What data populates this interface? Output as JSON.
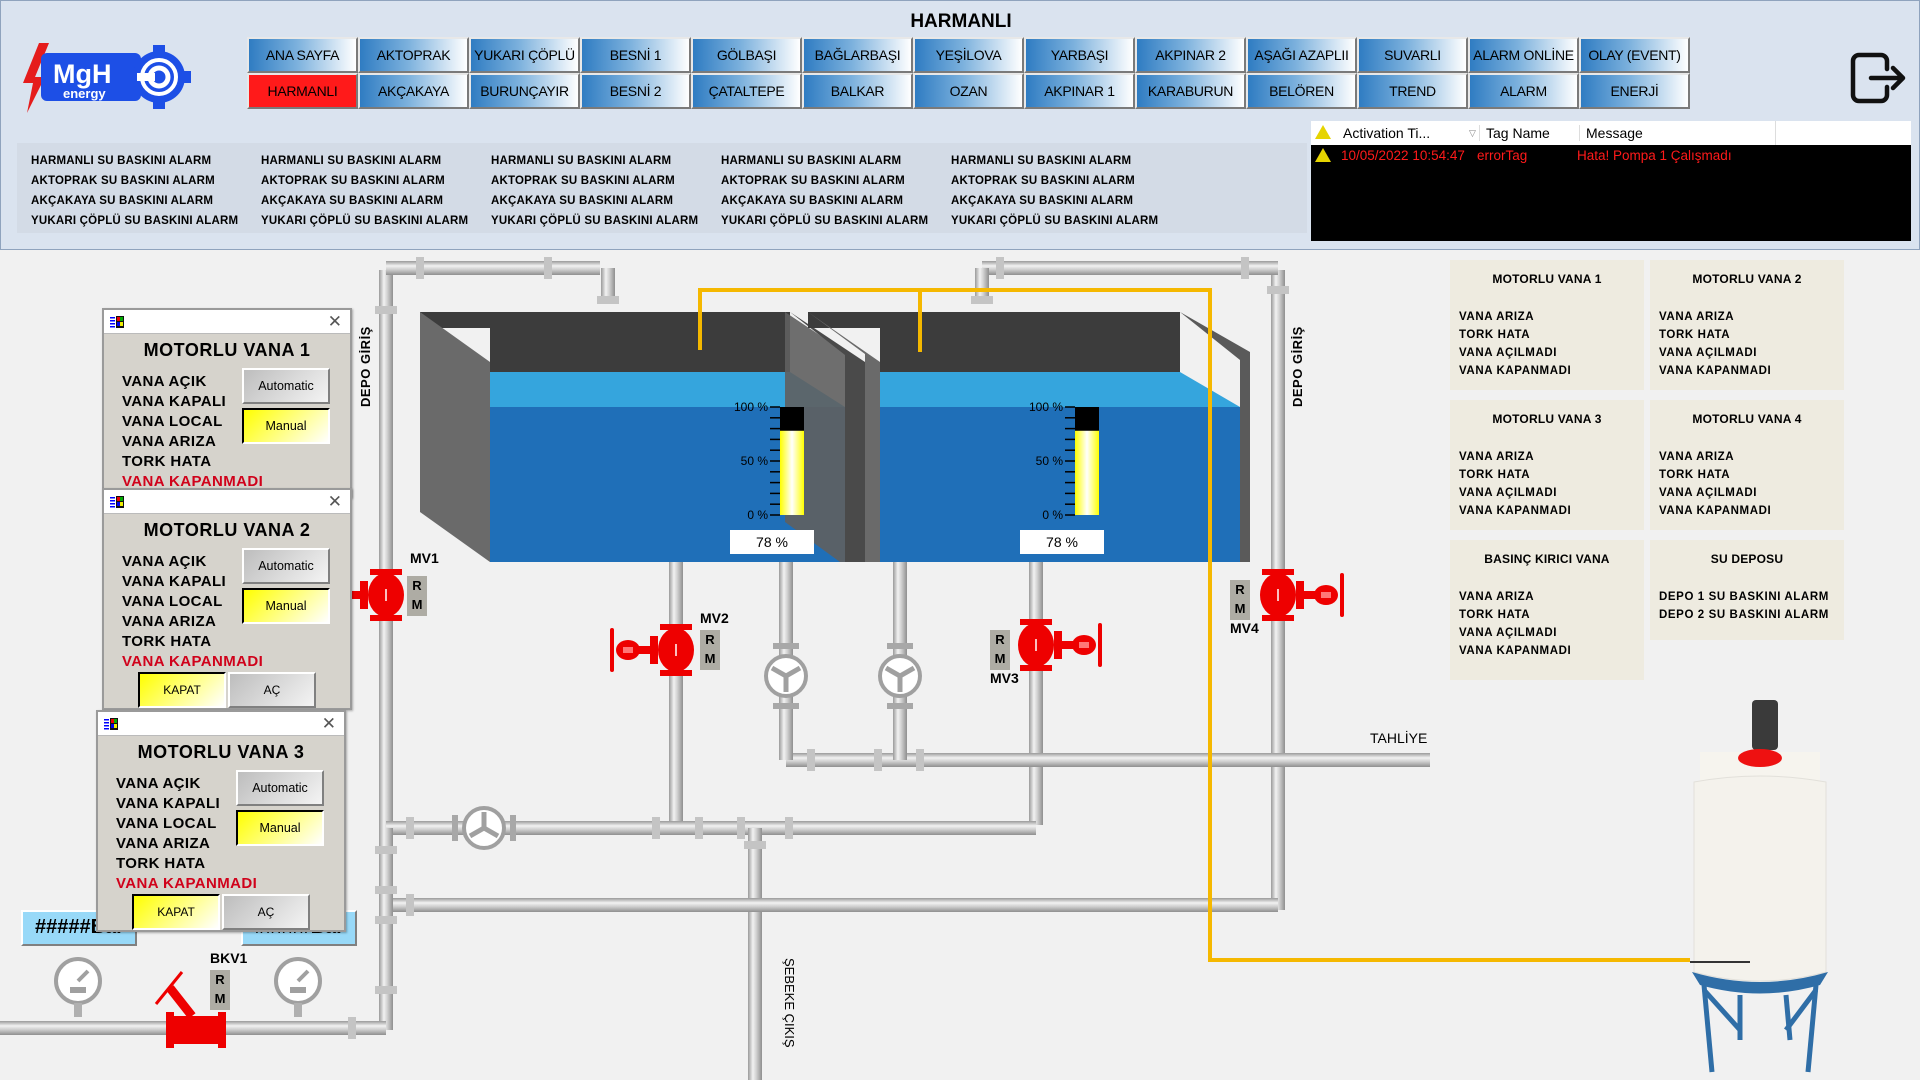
{
  "header": {
    "title": "HARMANLI",
    "logo": {
      "brand": "MgH",
      "sub": "energy"
    },
    "nav_row1": [
      "ANA SAYFA",
      "AKTOPRAK",
      "YUKARI ÇÖPLÜ",
      "BESNİ 1",
      "GÖLBAŞI",
      "BAĞLARBAŞI",
      "YEŞİLOVA",
      "YARBAŞI",
      "AKPINAR 2",
      "AŞAĞI AZAPLII",
      "SUVARLI",
      "ALARM ONLİNE",
      "OLAY (EVENT)"
    ],
    "nav_row2": [
      "HARMANLI",
      "AKÇAKAYA",
      "BURUNÇAYIR",
      "BESNİ 2",
      "ÇATALTEPE",
      "BALKAR",
      "OZAN",
      "AKPINAR 1",
      "KARABURUN",
      "BELÖREN",
      "TREND",
      "ALARM",
      "ENERJİ"
    ],
    "active_nav": "HARMANLI",
    "logout_icon": "logout-icon"
  },
  "ticker": {
    "columns": [
      [
        "HARMANLI SU BASKINI ALARM",
        "AKTOPRAK SU BASKINI ALARM",
        "AKÇAKAYA SU BASKINI ALARM",
        "YUKARI ÇÖPLÜ SU BASKINI ALARM"
      ],
      [
        "HARMANLI SU BASKINI ALARM",
        "AKTOPRAK SU BASKINI ALARM",
        "AKÇAKAYA SU BASKINI ALARM",
        "YUKARI ÇÖPLÜ SU BASKINI ALARM"
      ],
      [
        "HARMANLI SU BASKINI ALARM",
        "AKTOPRAK SU BASKINI ALARM",
        "AKÇAKAYA SU BASKINI ALARM",
        "YUKARI ÇÖPLÜ SU BASKINI ALARM"
      ],
      [
        "HARMANLI SU BASKINI ALARM",
        "AKTOPRAK SU BASKINI ALARM",
        "AKÇAKAYA SU BASKINI ALARM",
        "YUKARI ÇÖPLÜ SU BASKINI ALARM"
      ],
      [
        "HARMANLI SU BASKINI ALARM",
        "AKTOPRAK SU BASKINI ALARM",
        "AKÇAKAYA SU BASKINI ALARM",
        "YUKARI ÇÖPLÜ SU BASKINI ALARM"
      ]
    ]
  },
  "alarm_table": {
    "columns": [
      "Activation Ti...",
      "Tag Name",
      "Message"
    ],
    "rows": [
      {
        "time": "10/05/2022 10:54:47",
        "tag": "errorTag",
        "message": "Hata! Pompa 1 Çalışmadı"
      }
    ],
    "text_color": "#ff1a1a"
  },
  "tanks": [
    {
      "name": "depo-1",
      "level_percent": 78,
      "label": "78 %",
      "scale": [
        "100 %",
        "50 %",
        "0 %"
      ]
    },
    {
      "name": "depo-2",
      "level_percent": 78,
      "label": "78 %",
      "scale": [
        "100 %",
        "50 %",
        "0 %"
      ]
    }
  ],
  "labels": {
    "depo_giris_left": "DEPO GİRİŞ",
    "depo_giris_right": "DEPO GİRİŞ",
    "sebeke_cikis": "ŞEBEKE ÇIKIŞ",
    "tahliye": "TAHLİYE",
    "rm_r": "R",
    "rm_m": "M"
  },
  "valves": {
    "mv1": "MV1",
    "mv2": "MV2",
    "mv3": "MV3",
    "mv4": "MV4",
    "bkv1": "BKV1"
  },
  "pressure": {
    "left": "#####Bar",
    "right": "#####Bar"
  },
  "popups": [
    {
      "title": "MOTORLU VANA 1",
      "items": [
        "VANA AÇIK",
        "VANA KAPALI",
        "VANA LOCAL",
        "VANA ARIZA",
        "TORK HATA"
      ],
      "alert": "VANA KAPANMADI",
      "auto": "Automatic",
      "manual": "Manual"
    },
    {
      "title": "MOTORLU VANA 2",
      "items": [
        "VANA AÇIK",
        "VANA KAPALI",
        "VANA LOCAL",
        "VANA ARIZA",
        "TORK HATA"
      ],
      "alert": "VANA KAPANMADI",
      "auto": "Automatic",
      "manual": "Manual",
      "close": "KAPAT",
      "open": "AÇ"
    },
    {
      "title": "MOTORLU VANA 3",
      "items": [
        "VANA AÇIK",
        "VANA KAPALI",
        "VANA LOCAL",
        "VANA ARIZA",
        "TORK HATA"
      ],
      "alert": "VANA KAPANMADI",
      "auto": "Automatic",
      "manual": "Manual",
      "close": "KAPAT",
      "open": "AÇ"
    }
  ],
  "status_boxes": [
    {
      "title": "MOTORLU VANA 1",
      "items": [
        "VANA ARIZA",
        "TORK HATA",
        "VANA AÇILMADI",
        "VANA KAPANMADI"
      ]
    },
    {
      "title": "MOTORLU VANA 2",
      "items": [
        "VANA ARIZA",
        "TORK HATA",
        "VANA AÇILMADI",
        "VANA KAPANMADI"
      ]
    },
    {
      "title": "MOTORLU VANA 3",
      "items": [
        "VANA ARIZA",
        "TORK HATA",
        "VANA AÇILMADI",
        "VANA KAPANMADI"
      ]
    },
    {
      "title": "MOTORLU VANA 4",
      "items": [
        "VANA ARIZA",
        "TORK HATA",
        "VANA AÇILMADI",
        "VANA KAPANMADI"
      ]
    },
    {
      "title": "BASINÇ KIRICI VANA",
      "items": [
        "VANA ARIZA",
        "TORK HATA",
        "VANA AÇILMADI",
        "VANA KAPANMADI"
      ]
    },
    {
      "title": "SU DEPOSU",
      "items": [
        "DEPO 1 SU BASKINI ALARM",
        "DEPO 2 SU BASKINI ALARM"
      ]
    }
  ],
  "colors": {
    "valve_red": "#ee0000",
    "signal_line": "#f5b800",
    "water": "#1f6fb8",
    "water_top": "#35a5dd",
    "gauge_fill": "#ffff33"
  }
}
